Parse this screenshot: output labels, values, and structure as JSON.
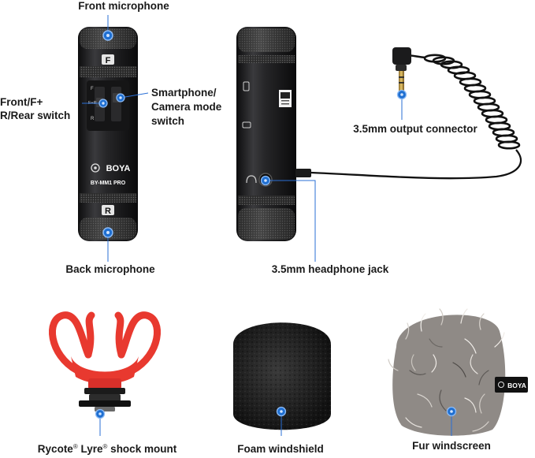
{
  "labels": {
    "front_microphone": "Front microphone",
    "front_rear_switch_line1": "Front/F+",
    "front_rear_switch_line2": "R/Rear switch",
    "mode_switch_line1": "Smartphone/",
    "mode_switch_line2": "Camera mode",
    "mode_switch_line3": "switch",
    "back_microphone": "Back microphone",
    "output_connector": "3.5mm output connector",
    "headphone_jack": "3.5mm headphone jack",
    "shock_mount_part1": "Rycote",
    "shock_mount_part2": "Lyre",
    "shock_mount_part3": "shock mount",
    "registered_mark": "®",
    "foam_windshield": "Foam windshield",
    "fur_windscreen": "Fur windscreen"
  },
  "product_markings": {
    "front_badge": "F",
    "rear_badge": "R",
    "brand": "BOYA",
    "model": "BY-MM1 PRO",
    "switch_front": "F",
    "switch_rear": "R",
    "switch_mid": "F+R"
  },
  "colors": {
    "background": "#ffffff",
    "callout_marker": "#1f6fd1",
    "leader_line": "#2a6fd6",
    "mic_body": "#1c1c1e",
    "mount_red": "#e8392f",
    "label_text": "#1a1a1a"
  }
}
